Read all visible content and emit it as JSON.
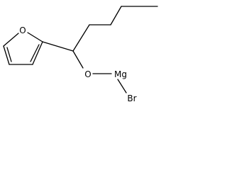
{
  "atoms": {
    "furan_oxygen": "O",
    "alkoxide_oxygen": "O",
    "magnesium": "Mg",
    "bromine": "Br"
  },
  "colors": {
    "bond": "#000000",
    "label": "#000000",
    "background": "#ffffff"
  }
}
